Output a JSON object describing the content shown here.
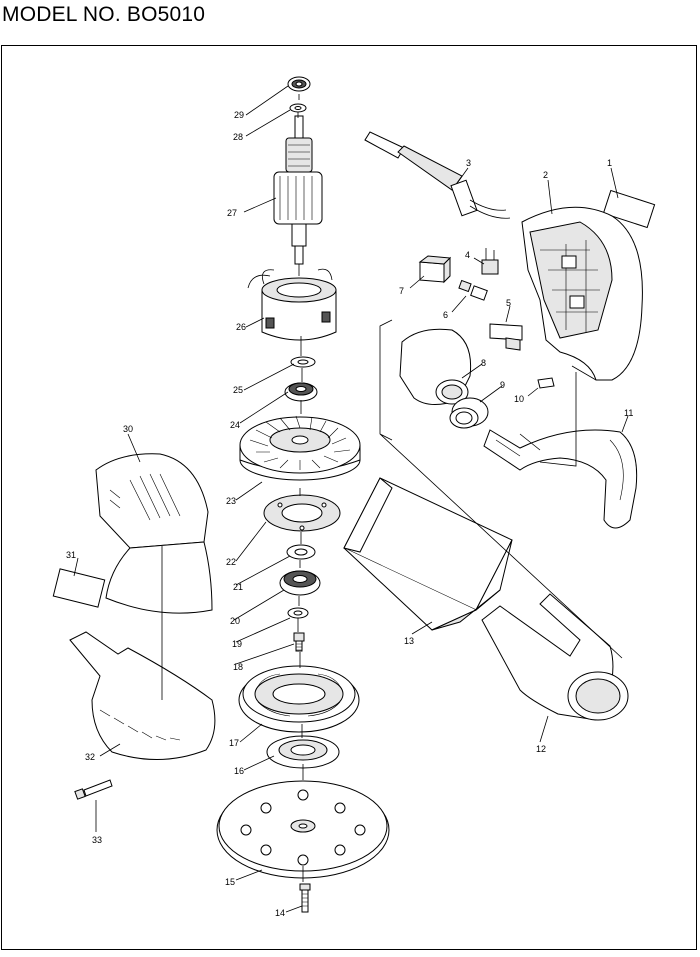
{
  "title": "MODEL NO. BO5010",
  "part_numbers": [
    "1",
    "2",
    "3",
    "4",
    "5",
    "6",
    "7",
    "8",
    "9",
    "10",
    "11",
    "12",
    "13",
    "14",
    "15",
    "16",
    "17",
    "18",
    "19",
    "20",
    "21",
    "22",
    "23",
    "24",
    "25",
    "26",
    "27",
    "28",
    "29",
    "30",
    "31",
    "32",
    "33"
  ]
}
